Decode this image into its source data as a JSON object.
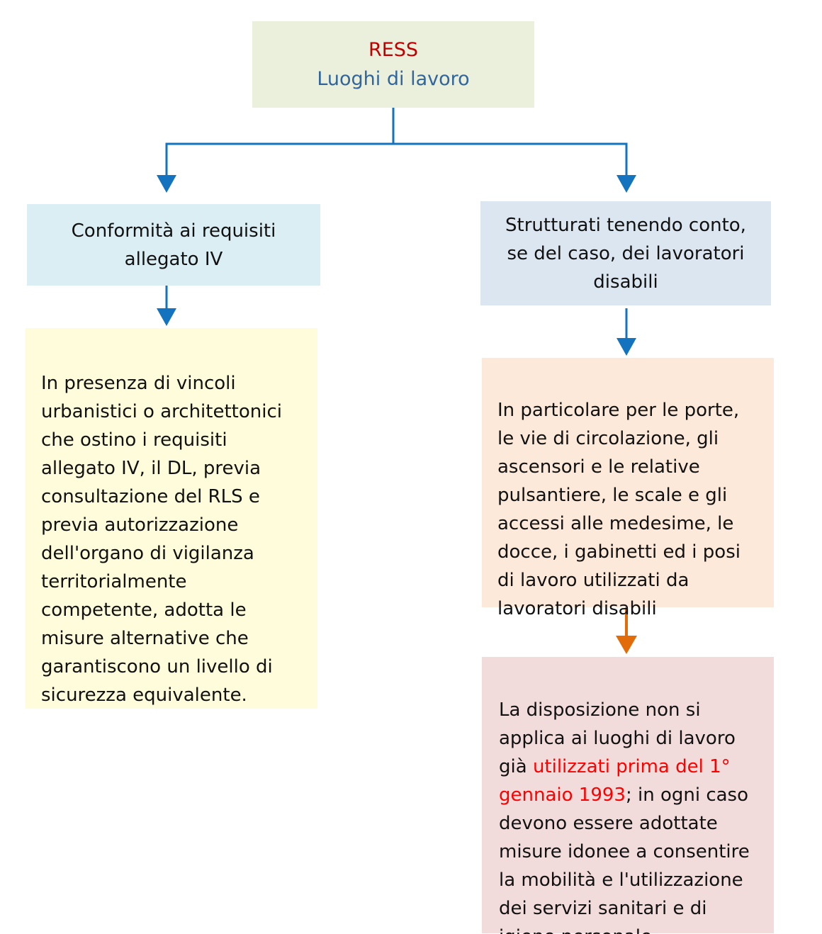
{
  "palette": {
    "connector_blue": "#1473BE",
    "connector_orange": "#E36C0A",
    "root_title_red": "#C00000",
    "root_title_blue": "#31659B",
    "highlight_red": "#FF0000",
    "root_bg": "#EBF0DC",
    "header_left_bg": "#DAEEF3",
    "header_right_bg": "#DCE6F1",
    "detail_yellow_bg": "#FEFCDB",
    "detail_peach_bg": "#FDE9D9",
    "detail_pink_bg": "#F2DCDB"
  },
  "diagram": {
    "root": {
      "line1": "RESS",
      "line2": "Luoghi di lavoro"
    },
    "left_branch": {
      "header": "Conformità ai requisiti\nallegato IV",
      "detail": "In presenza di vincoli\nurbanistici o architettonici\nche ostino i requisiti\nallegato IV, il DL, previa\nconsultazione del RLS e\nprevia autorizzazione\ndell'organo di vigilanza\nterritorialmente\ncompetente, adotta le\nmisure alternative che\ngarantiscono un livello di\nsicurezza equivalente."
    },
    "right_branch": {
      "header": "Strutturati tenendo conto,\nse del caso, dei lavoratori\ndisabili",
      "detail": "In particolare per le porte,\nle vie di circolazione, gli\nascensori e le relative\npulsantiere, le scale e gli\naccessi alle medesime, le\ndocce, i gabinetti ed i posi\ndi lavoro utilizzati da\nlavoratori disabili",
      "note_before": "La disposizione non si\napplica ai luoghi di lavoro\ngià ",
      "note_highlight": "utilizzati prima del 1°\ngennaio 1993",
      "note_after": "; in ogni caso\ndevono essere adottate\nmisure idonee a consentire\nla mobilità e l'utilizzazione\ndei servizi sanitari e di\nigiene personale"
    }
  }
}
